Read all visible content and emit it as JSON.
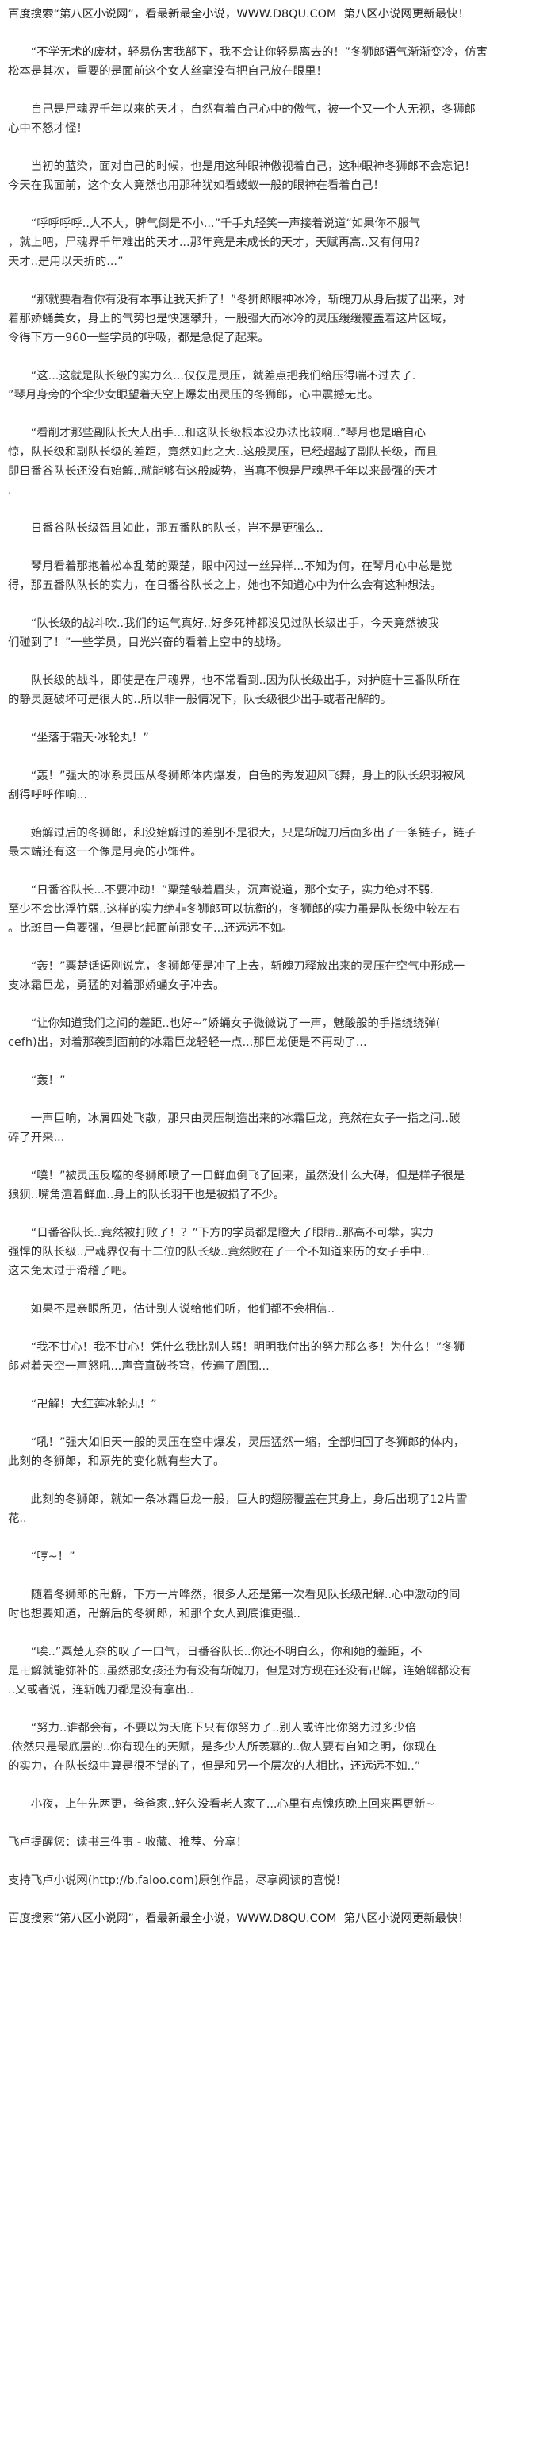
{
  "header_banner": "百度搜索“第八区小说网”，看最新最全小说，WWW.D8QU.COM  第八区小说网更新最快！",
  "paragraphs": [
    [
      "　　“不学无术的废材，轻易伤害我部下，我不会让你轻易离去的！”冬狮郎语气渐渐变冷，仿害",
      "松本是其次，重要的是面前这个女人丝毫没有把自己放在眼里！"
    ],
    [
      "　　自己是尸魂界千年以来的天才，自然有着自己心中的傲气，被一个又一个人无视，冬狮郎",
      "心中不怒才怪！"
    ],
    [
      "　　当初的蓝染，面对自己的时候，也是用这种眼神傲视着自己，这种眼神冬狮郎不会忘记！",
      "今天在我面前，这个女人竟然也用那种犹如看蝼蚁一般的眼神在看着自己！"
    ],
    [
      "　　“呼呼呼呼..人不大，脾气倒是不小...”千手丸轻笑一声接着说道“如果你不服气",
      "，就上吧，尸魂界千年难出的天才...那年竟是未成长的天才，天赋再高..又有何用？",
      "天才..是用以天折的...”"
    ],
    [
      "　　“那就要看看你有没有本事让我天折了！”冬狮郎眼神冰冷，斩魄刀从身后拔了出来，对",
      "着那娇蛹美女，身上的气势也是快速攀升，一股强大而冰冷的灵压缓缓覆盖着这片区域，",
      "令得下方一960一些学员的呼吸，都是急促了起来。"
    ],
    [
      "　　“这...这就是队长级的实力么...仅仅是灵压，就差点把我们给压得喘不过去了.",
      "”琴月身旁的个伞少女眼望着天空上爆发出灵压的冬狮郎，心中震撼无比。"
    ],
    [
      "　　“看削才那些副队长大人出手...和这队长级根本没办法比较啊..”琴月也是暗自心",
      "惊，队长级和副队长级的差距，竟然如此之大..这般灵压，已经超越了副队长级，而且",
      "即日番谷队长还没有始解..就能够有这般威势，当真不愧是尸魂界千年以来最强的天才",
      "."
    ],
    [
      "　　日番谷队长级智且如此，那五番队的队长，岂不是更强么.."
    ],
    [
      "　　琴月看着那抱着松本乱菊的粟楚，眼中闪过一丝异样...不知为何，在琴月心中总是觉",
      "得，那五番队队长的实力，在日番谷队长之上，她也不知道心中为什么会有这种想法。"
    ],
    [
      "　　“队长级的战斗吹..我们的运气真好..好多死神都没见过队长级出手，今天竟然被我",
      "们碰到了！”一些学员，目光兴奋的看着上空中的战场。"
    ],
    [
      "　　队长级的战斗，即使是在尸魂界，也不常看到..因为队长级出手，对护庭十三番队所在",
      "的静灵庭破坏可是很大的..所以非一般情况下，队长级很少出手或者卍解的。"
    ],
    [
      "　　“坐落于霜天·冰轮丸！”"
    ],
    [
      "　　“轰！”强大的冰系灵压从冬狮郎体内爆发，白色的秀发迎风飞舞，身上的队长织羽被风",
      "刮得呼呼作响..."
    ],
    [
      "　　始解过后的冬狮郎，和没始解过的差别不是很大，只是斩魄刀后面多出了一条链子，链子",
      "最末端还有这一个像是月亮的小饰件。"
    ],
    [
      "　　“日番谷队长...不要冲动！”粟楚皱着眉头，沉声说道，那个女子，实力绝对不弱.",
      "至少不会比浮竹弱..这样的实力绝非冬狮郎可以抗衡的，冬狮郎的实力虽是队长级中较左右",
      "。比斑目一角要强，但是比起面前那女子...还远远不如。"
    ],
    [
      "　　“轰！”粟楚话语刚说完，冬狮郎便是冲了上去，斩魄刀释放出来的灵压在空气中形成一",
      "支冰霜巨龙，勇猛的对着那娇蛹女子冲去。"
    ],
    [
      "　　“让你知道我们之间的差距..也好~”娇蛹女子微微说了一声，魅酸般的手指绕绕弹(",
      "cefh)出，对着那袭到面前的冰霜巨龙轻轻一点...那巨龙便是不再动了..."
    ],
    [
      "　　“轰！”"
    ],
    [
      "　　一声巨响，冰屑四处飞散，那只由灵压制造出来的冰霜巨龙，竟然在女子一指之间..碳",
      "碎了开来..."
    ],
    [
      "　　“噗！”被灵压反噬的冬狮郎喷了一口鲜血倒飞了回来，虽然没什么大碍，但是样子很是",
      "狼狈..嘴角渲着鲜血..身上的队长羽干也是被损了不少。"
    ],
    [
      "　　“日番谷队长..竟然被打败了！？”下方的学员都是瞪大了眼睛..那高不可攀，实力",
      "强悍的队长级..尸魂界仅有十二位的队长级..竟然败在了一个不知道来历的女子手中..",
      "这未免太过于滑稽了吧。"
    ],
    [
      "　　如果不是亲眼所见，估计别人说给他们听，他们都不会相信.."
    ],
    [
      "　　“我不甘心！我不甘心！凭什么我比别人弱！明明我付出的努力那么多！为什么！”冬狮",
      "郎对着天空一声怒吼...声音直破苍穹，传遍了周围..."
    ],
    [
      "　　“卍解！大红莲冰轮丸！”"
    ],
    [
      "　　“吼！”强大如旧天一般的灵压在空中爆发，灵压猛然一缩，全部归回了冬狮郎的体内，",
      "此刻的冬狮郎，和原先的变化就有些大了。"
    ],
    [
      "　　此刻的冬狮郎，就如一条冰霜巨龙一般，巨大的翅膀覆盖在其身上，身后出现了12片雪",
      "花.."
    ],
    [
      "　　“哼~！”"
    ],
    [
      "　　随着冬狮郎的卍解，下方一片哗然，很多人还是第一次看见队长级卍解..心中激动的同",
      "时也想要知道，卍解后的冬狮郎，和那个女人到底谁更强.."
    ],
    [
      "　　“唉..”粟楚无奈的叹了一口气，日番谷队长..你还不明白么，你和她的差距，不",
      "是卍解就能弥补的..虽然那女孩还为有没有斩魄刀，但是对方现在还没有卍解，连始解都没有",
      "..又或者说，连斩魄刀都是没有拿出.."
    ],
    [
      "　　“努力..谁都会有，不要以为天底下只有你努力了..别人或许比你努力过多少倍",
      ".依然只是最底层的..你有现在的天赋，是多少人所羡慕的..做人要有自知之明，你现在",
      "的实力，在队长级中算是很不错的了，但是和另一个层次的人相比，还远远不如..”"
    ],
    [
      "　　小夜，上午先两更，爸爸家..好久没看老人家了...心里有点愧疚晚上回来再更新~"
    ]
  ],
  "footer": {
    "reminder": "飞卢提醒您：读书三件事 - 收藏、推荐、分享！",
    "support": "支持飞卢小说网(http://b.faloo.com)原创作品，尽享阅读的喜悦！",
    "banner": "百度搜索“第八区小说网”，看最新最全小说，WWW.D8QU.COM  第八区小说网更新最快！"
  }
}
